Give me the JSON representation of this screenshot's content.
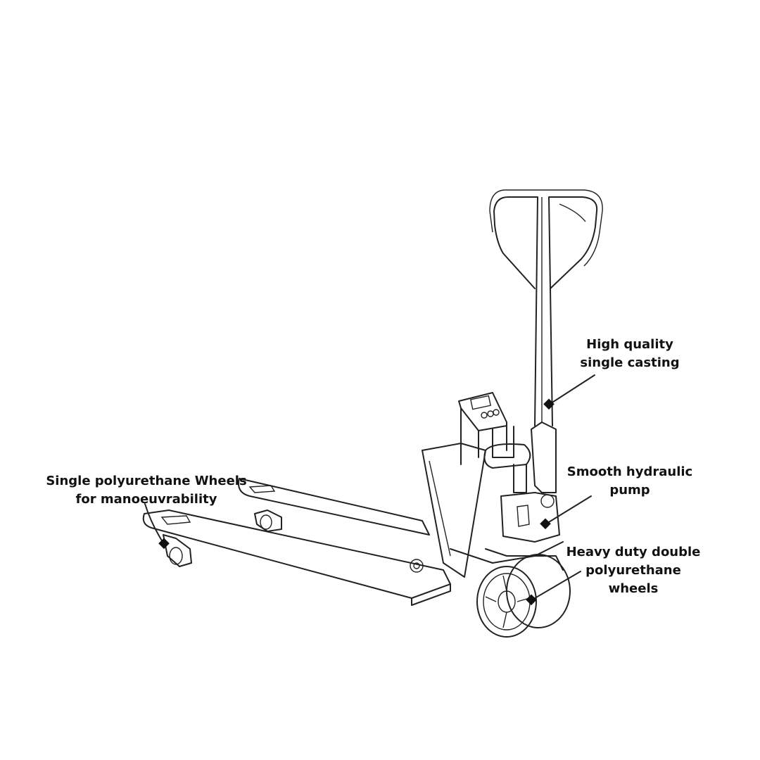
{
  "title": "Pallet jack scale features",
  "labels": {
    "casting": [
      "High quality",
      "single casting"
    ],
    "pump": [
      "Smooth hydraulic",
      "pump"
    ],
    "wheels": [
      "Heavy duty double",
      "polyurethane",
      "wheels"
    ],
    "single_wheels": [
      "Single polyurethane Wheels",
      "for manoeuvrability"
    ]
  },
  "colors": {
    "line": "#222222",
    "background": "#ffffff"
  }
}
